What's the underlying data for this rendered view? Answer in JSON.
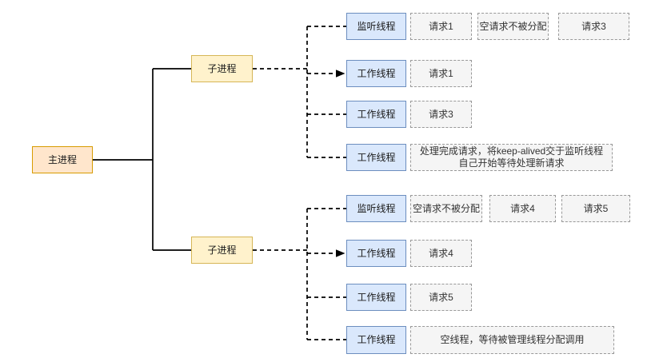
{
  "colors": {
    "process_fill": "#ffe6cc",
    "process_border": "#d79b00",
    "child_fill": "#fff2cc",
    "child_border": "#d6b656",
    "thread_fill": "#dae8fc",
    "thread_border": "#6c8ebf",
    "request_fill": "#f5f5f5",
    "request_border": "#999999",
    "line": "#000000"
  },
  "diagram": {
    "main_process": "主进程",
    "clusters": [
      {
        "child_process": "子进程",
        "rows": [
          {
            "thread": "监听线程",
            "requests": [
              "请求1",
              "空请求不被分配",
              "请求3"
            ]
          },
          {
            "thread": "工作线程",
            "requests": [
              "请求1"
            ]
          },
          {
            "thread": "工作线程",
            "requests": [
              "请求3"
            ]
          },
          {
            "thread": "工作线程",
            "requests": [
              "处理完成请求，将keep-alived交于监听线程\n自己开始等待处理新请求"
            ]
          }
        ]
      },
      {
        "child_process": "子进程",
        "rows": [
          {
            "thread": "监听线程",
            "requests": [
              "空请求不被分配",
              "请求4",
              "请求5"
            ]
          },
          {
            "thread": "工作线程",
            "requests": [
              "请求4"
            ]
          },
          {
            "thread": "工作线程",
            "requests": [
              "请求5"
            ]
          },
          {
            "thread": "工作线程",
            "requests": [
              "空线程，等待被管理线程分配调用"
            ]
          }
        ]
      }
    ]
  }
}
